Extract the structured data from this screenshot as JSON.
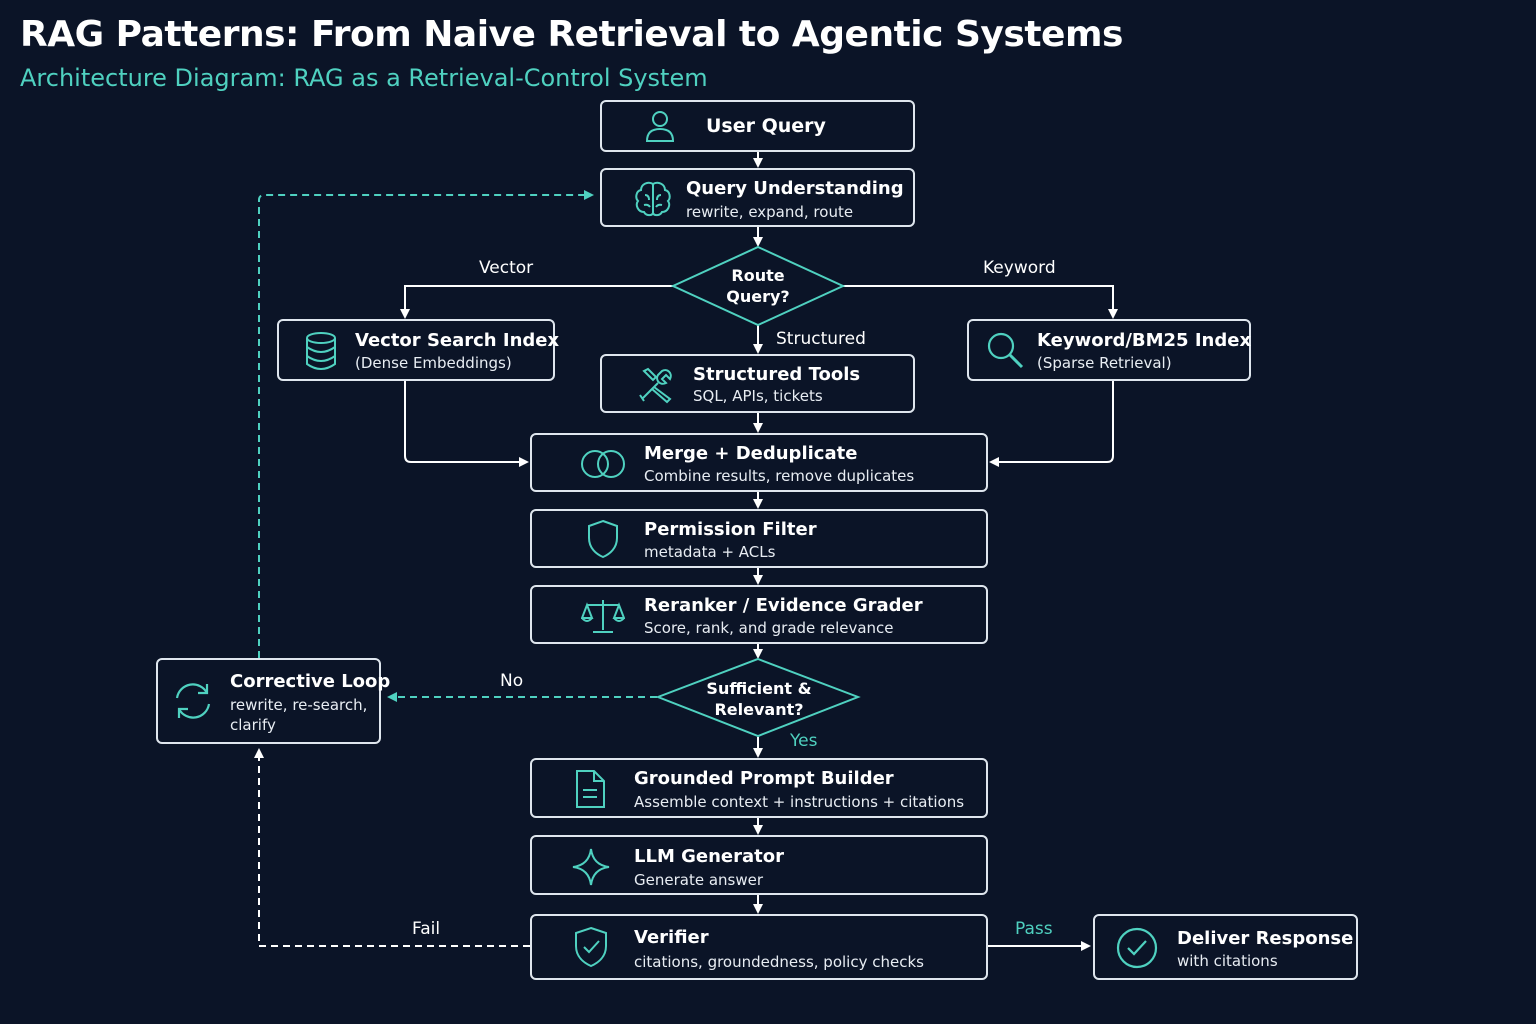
{
  "header": {
    "title": "RAG Patterns: From Naive Retrieval to Agentic Systems",
    "subtitle": "Architecture Diagram: RAG as a Retrieval-Control System"
  },
  "colors": {
    "background": "#0b1427",
    "accent": "#4fd1c0",
    "box_border": "#dfe6ee",
    "text": "#ffffff"
  },
  "nodes": {
    "user_query": {
      "title": "User Query",
      "icon": "user-icon"
    },
    "query_understanding": {
      "title": "Query Understanding",
      "subtitle": "rewrite, expand, route",
      "icon": "brain-icon"
    },
    "vector_search": {
      "title": "Vector Search Index",
      "subtitle": "(Dense Embeddings)",
      "icon": "database-icon"
    },
    "structured_tools": {
      "title": "Structured Tools",
      "subtitle": "SQL, APIs, tickets",
      "icon": "tools-icon"
    },
    "keyword_index": {
      "title": "Keyword/BM25 Index",
      "subtitle": "(Sparse Retrieval)",
      "icon": "search-icon"
    },
    "merge": {
      "title": "Merge + Deduplicate",
      "subtitle": "Combine results, remove duplicates",
      "icon": "overlap-circles-icon"
    },
    "permission": {
      "title": "Permission Filter",
      "subtitle": "metadata + ACLs",
      "icon": "shield-icon"
    },
    "reranker": {
      "title": "Reranker / Evidence Grader",
      "subtitle": "Score, rank, and grade relevance",
      "icon": "scale-icon"
    },
    "corrective": {
      "title": "Corrective Loop",
      "subtitle_line1": "rewrite, re-search,",
      "subtitle_line2": "clarify",
      "icon": "refresh-icon"
    },
    "prompt_builder": {
      "title": "Grounded Prompt Builder",
      "subtitle": "Assemble context + instructions + citations",
      "icon": "document-icon"
    },
    "llm": {
      "title": "LLM Generator",
      "subtitle": "Generate answer",
      "icon": "sparkle-icon"
    },
    "verifier": {
      "title": "Verifier",
      "subtitle": "citations, groundedness, policy checks",
      "icon": "shield-check-icon"
    },
    "deliver": {
      "title": "Deliver Response",
      "subtitle": "with citations",
      "icon": "check-circle-icon"
    }
  },
  "decisions": {
    "route": {
      "line1": "Route",
      "line2": "Query?"
    },
    "sufficient": {
      "line1": "Sufficient &",
      "line2": "Relevant?"
    }
  },
  "edge_labels": {
    "vector": "Vector",
    "keyword": "Keyword",
    "structured": "Structured",
    "no": "No",
    "yes": "Yes",
    "fail": "Fail",
    "pass": "Pass"
  }
}
